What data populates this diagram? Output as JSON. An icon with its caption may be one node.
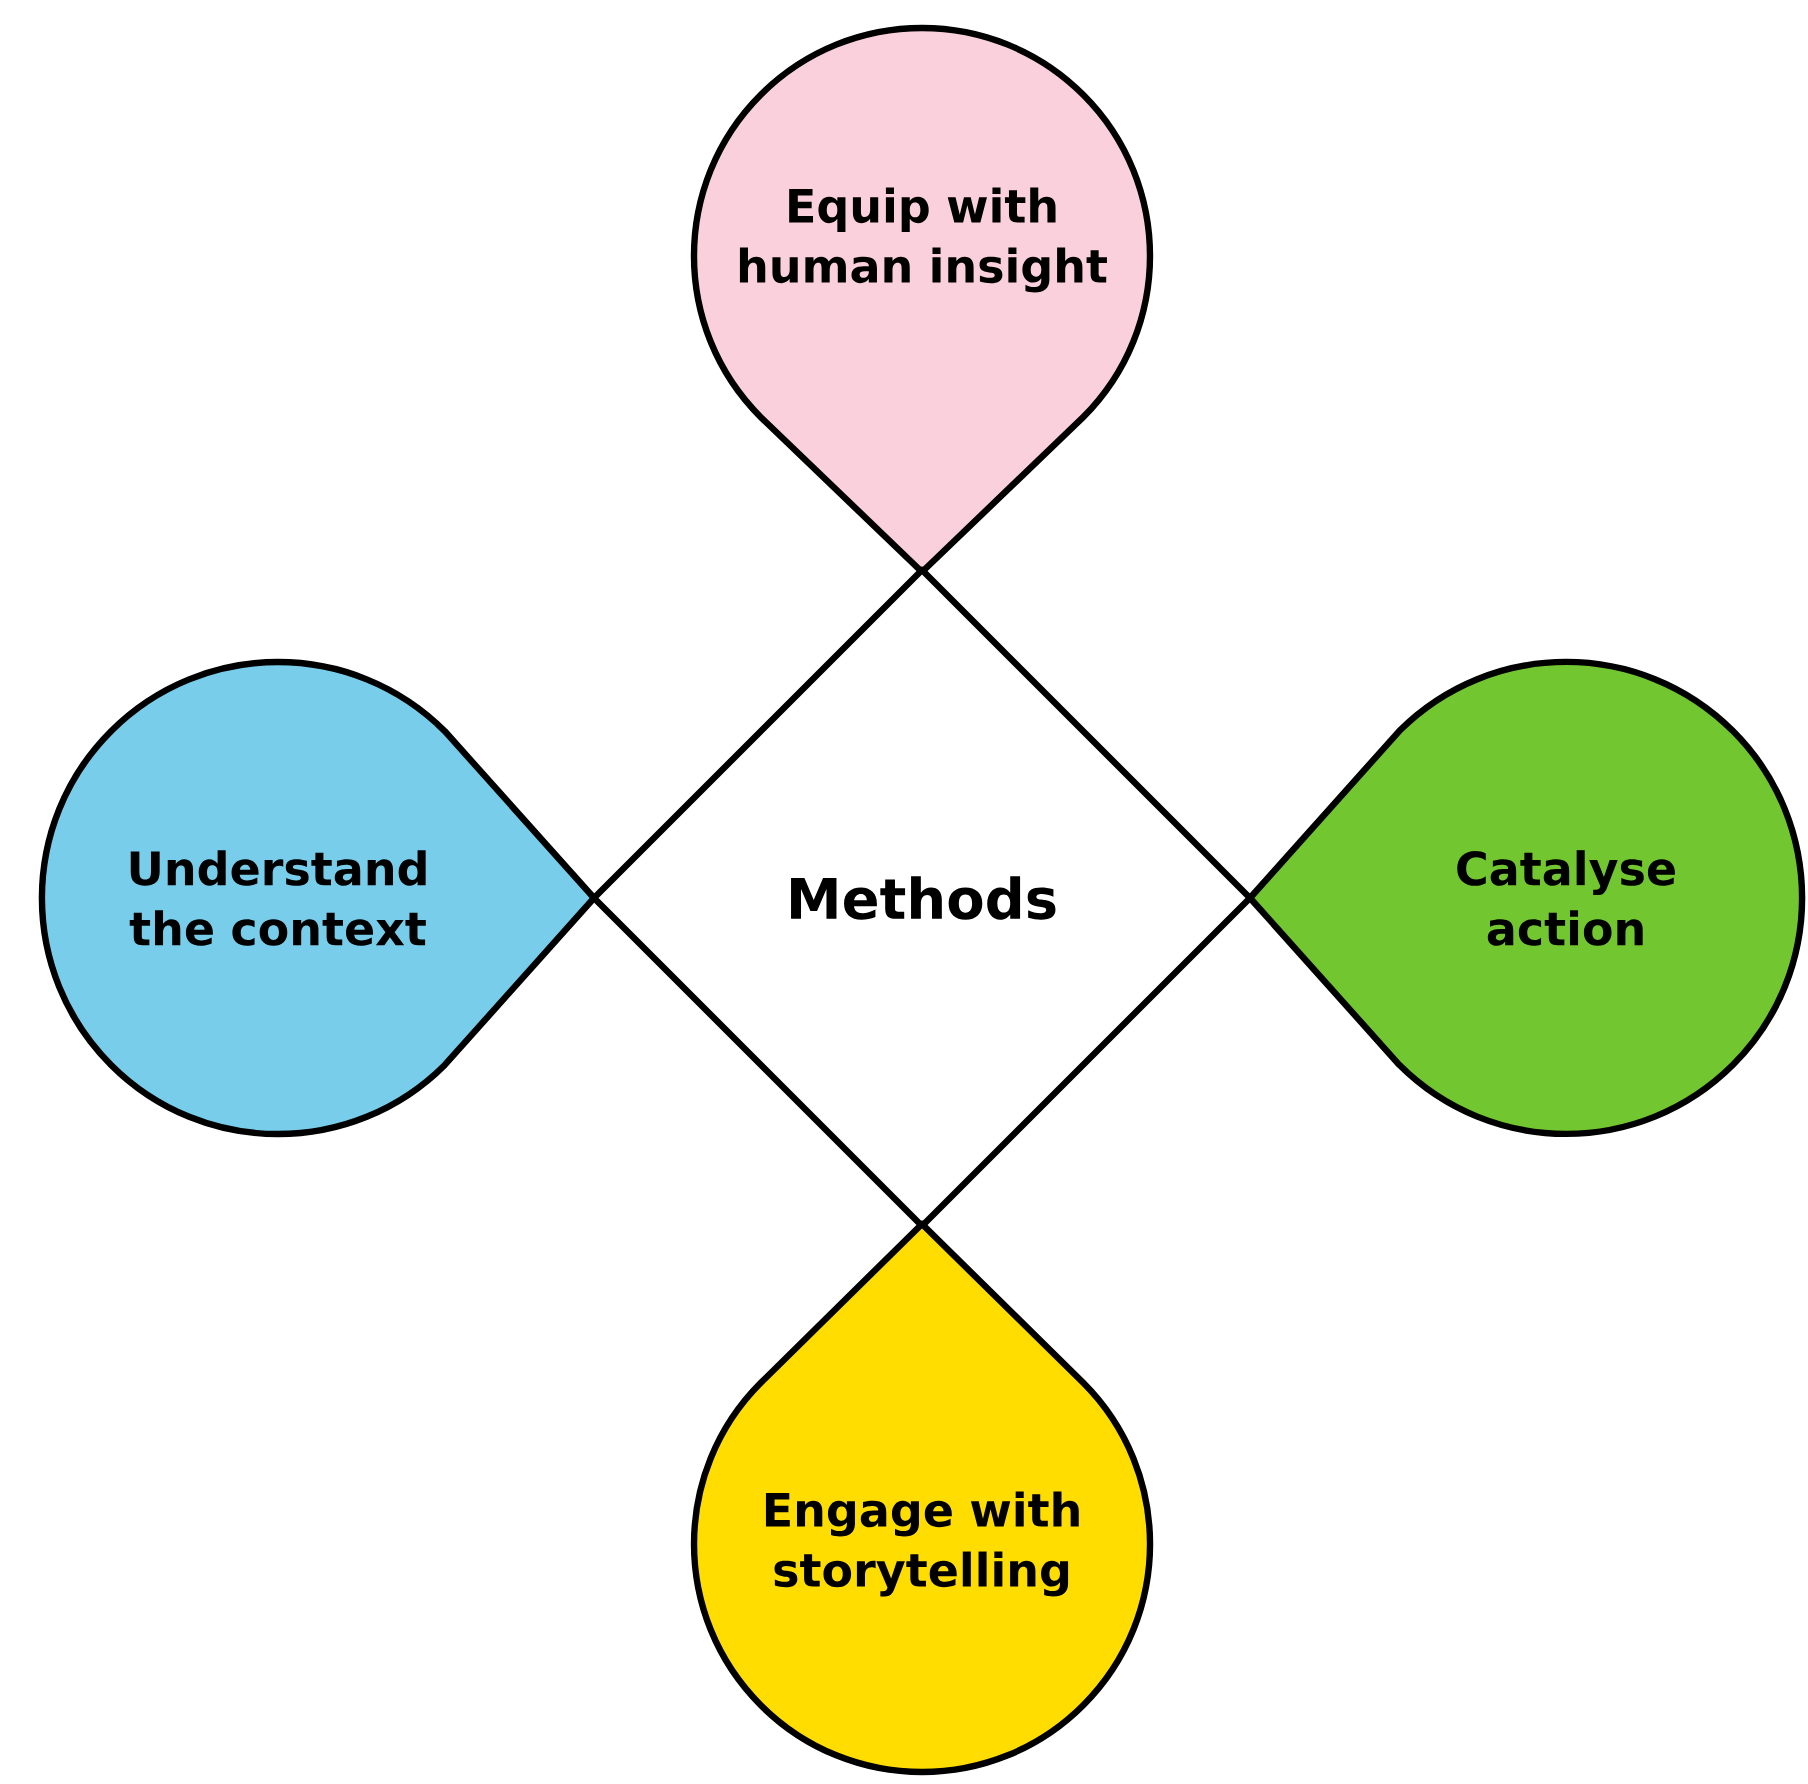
{
  "diagram": {
    "nodes": [
      {
        "text": [
          "Equip with human insight"
        ]
      },
      {
        "text": [
          "Understand the context"
        ]
      },
      {
        "text": [
          "Methods"
        ]
      },
      {
        "text": [
          "Catalyse action"
        ]
      },
      {
        "text": [
          "Engage with storytelling"
        ]
      }
    ]
  }
}
